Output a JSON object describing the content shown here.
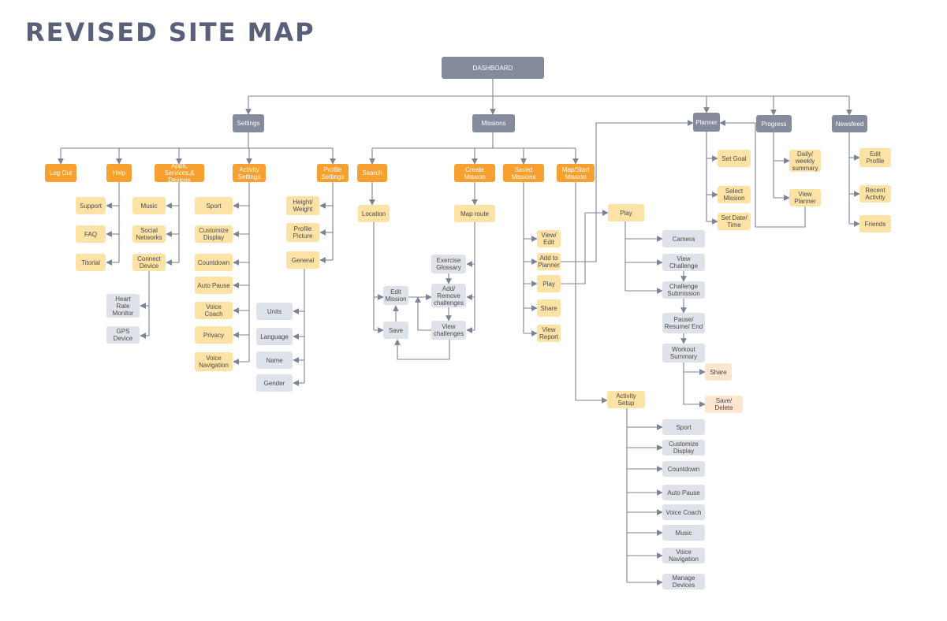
{
  "title": "REVISED SITE MAP",
  "nodes": {
    "dashboard": "DASHBOARD",
    "settings": "Settings",
    "missions": "Missions",
    "planner": "Planner",
    "progress": "Progress",
    "newsfeed": "Newsfeed",
    "logout": "Log Out",
    "help": "Help",
    "apps": "Apps, Services,&\nDevices",
    "activity_settings": "Activity\nSettings",
    "profile_settings": "Profile\nSettings",
    "search": "Search",
    "create_mission": "Create\nMission",
    "saved_missions": "Saved\nMissions",
    "map_start": "Map/Start\nMission",
    "support": "Support",
    "faq": "FAQ",
    "titorial": "Titorial",
    "music": "Music",
    "social_networks": "Social\nNetworks",
    "connect_device": "Connect\nDevice",
    "heart_rate": "Heart\nRate\nMonitor",
    "gps_device": "GPS\nDevice",
    "sport": "Sport",
    "customize_display": "Customize\nDisplay",
    "countdown": "Countdown",
    "auto_pause": "Auto Pause",
    "voice_coach": "Voice\nCoach",
    "privacy": "Privacy",
    "voice_navigation": "Voice\nNavigation",
    "height_weight": "Height/\nWeight",
    "profile_picture": "Profile\nPicture",
    "general": "General",
    "units": "Units",
    "language": "Language",
    "name": "Name",
    "gender": "Gender",
    "location": "Location",
    "edit_mission": "Edit\nMission",
    "save": "Save",
    "map_route": "Map route",
    "exercise_glossary": "Exercise\nGlossary",
    "add_remove": "Add/\nRemove\nchallenges",
    "view_challenges": "View\nchallenges",
    "view_edit": "View/\nEdit",
    "add_to_planner": "Add to\nPlanner",
    "play_saved": "Play",
    "share_saved": "Share",
    "view_report": "View\nReport",
    "play_main": "Play",
    "camera": "Camera",
    "view_challenge": "View\nChallenge",
    "challenge_submission": "Challenge\nSubmission",
    "pause_resume": "Pause/\nResume/ End",
    "workout_summary": "Workout\nSummary",
    "share_workout": "Share",
    "save_delete": "Save/ Delete",
    "activity_setup": "Activity\nSetup",
    "setup_sport": "Sport",
    "setup_customize": "Customize\nDisplay",
    "setup_countdown": "Countdown",
    "setup_auto_pause": "Auto Pause",
    "setup_voice_coach": "Voice Coach",
    "setup_music": "Music",
    "setup_voice_nav": "Voice\nNavigation",
    "setup_manage_devices": "Manage\nDevices",
    "set_goal": "Set Goal",
    "select_mission": "Select\nMission",
    "set_date_time": "Set Date/\nTime",
    "daily_weekly": "Daily/\nweekly\nsummary",
    "view_planner": "View\nPlanner",
    "edit_profile": "Edit\nProfile",
    "recent_activity": "Recent\nActivity",
    "friends": "Friends"
  },
  "colors": {
    "nav": "#858a9c",
    "primary": "#f7a02f",
    "secondary": "#fde2a6",
    "grey": "#dfe2e8",
    "peach": "#fde5d0",
    "connector": "#7d8396",
    "title": "#5a6079"
  }
}
